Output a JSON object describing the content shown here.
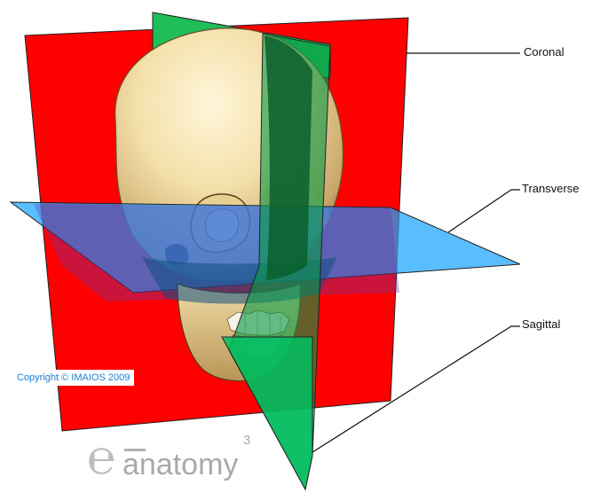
{
  "labels": {
    "coronal": "Coronal",
    "transverse": "Transverse",
    "sagittal": "Sagittal"
  },
  "copyright": "Copyright © IMAIOS 2009",
  "logo": {
    "word": "anatomy",
    "superscript": "3"
  },
  "colors": {
    "coronal_plane": "#ff0000",
    "transverse_plane": "#00a0ff",
    "sagittal_plane": "#00b050",
    "skull": "#f3dfa8",
    "copyright_text": "#1a7fd0"
  }
}
